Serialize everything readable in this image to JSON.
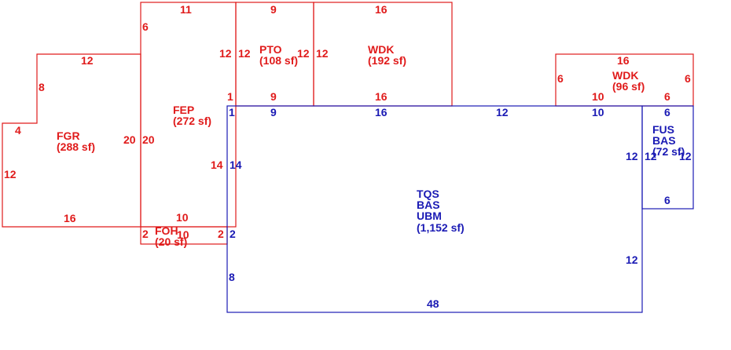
{
  "colors": {
    "red": "#e01b1b",
    "blue": "#1a1ab4"
  },
  "areas": {
    "fgr": {
      "code": "FGR",
      "area": "(288 sf)"
    },
    "fep": {
      "code": "FEP",
      "area": "(272 sf)"
    },
    "pto": {
      "code": "PTO",
      "area": "(108 sf)"
    },
    "wdk_top": {
      "code": "WDK",
      "area": "(192 sf)"
    },
    "wdk_right": {
      "code": "WDK",
      "area": "(96 sf)"
    },
    "foh": {
      "code": "FOH",
      "area": "(20 sf)"
    },
    "main": {
      "code1": "TQS",
      "code2": "BAS",
      "code3": "UBM",
      "area": "(1,152 sf)"
    },
    "fus": {
      "code1": "FUS",
      "code2": "BAS",
      "area": "(72 sf)"
    }
  },
  "dims": {
    "d1": "11",
    "d2": "9",
    "d3": "16",
    "d4": "6",
    "d5": "12",
    "d6": "8",
    "d7": "12",
    "d8": "12",
    "d9": "12",
    "d10": "12",
    "d11": "4",
    "d12": "20",
    "d13": "20",
    "d14": "12",
    "d15": "1",
    "d16": "9",
    "d17": "16",
    "d18": "16",
    "d19": "6",
    "d20": "6",
    "d21": "10",
    "d22": "6",
    "d23": "14",
    "d24": "16",
    "d25": "10",
    "d26": "2",
    "d27": "10",
    "d28": "2",
    "b1": "1",
    "b2": "9",
    "b3": "16",
    "b4": "12",
    "b5": "10",
    "b6": "6",
    "b7": "14",
    "b8": "12",
    "b9": "12",
    "b10": "12",
    "b11": "2",
    "b12": "8",
    "b13": "12",
    "b14": "6",
    "b15": "48"
  }
}
